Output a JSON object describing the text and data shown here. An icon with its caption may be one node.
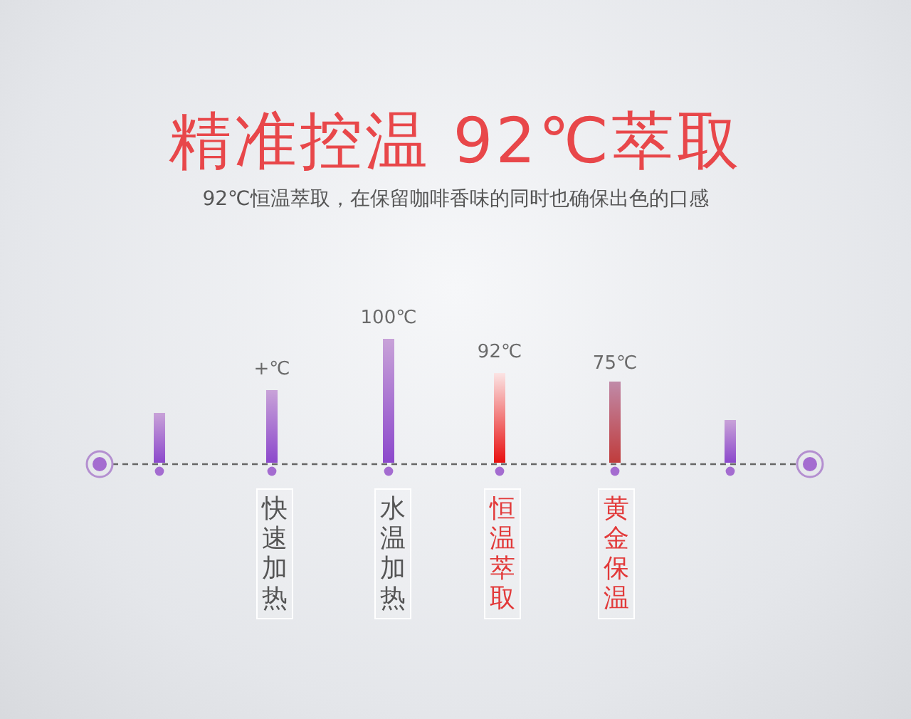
{
  "diagram": {
    "title": "精准控温 92℃萃取",
    "nodes": [
      {
        "text": [
          "快速加热"
        ]
      },
      {
        "text": [
          "水温加热"
        ]
      },
      {
        "text": [
          "恒温萃取"
        ]
      },
      {
        "text": [
          "黄金保温"
        ]
      },
      {
        "text": [],
        "shape": "circle"
      },
      {
        "text": [],
        "shape": "circle"
      }
    ],
    "edges": [
      {
        "from": 4,
        "to": 5,
        "arrow": "none",
        "style": "dashed"
      }
    ],
    "labels": [
      "92℃恒温萃取，在保留咖啡香味的同时也确保出色的口感",
      "+℃",
      "100℃",
      "92℃",
      "75℃"
    ]
  }
}
